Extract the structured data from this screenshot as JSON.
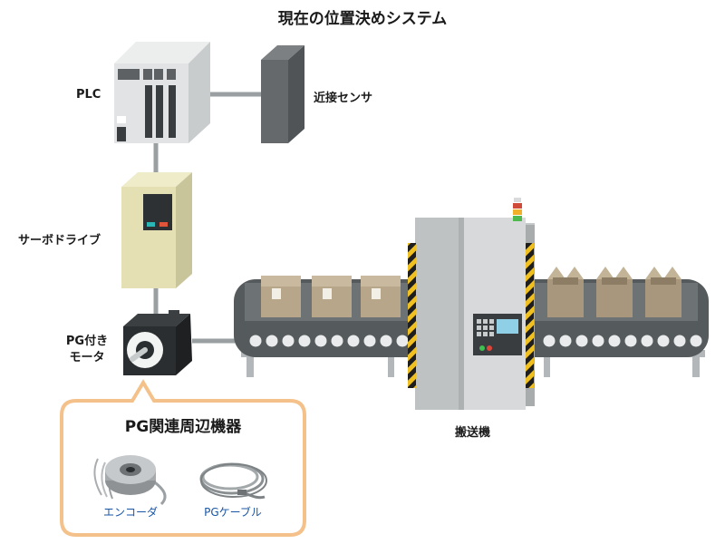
{
  "title": "現在の位置決めシステム",
  "labels": {
    "plc": "PLC",
    "proximity_sensor": "近接センサ",
    "servo_drive": "サーボドライブ",
    "pg_motor_line1": "PG付き",
    "pg_motor_line2": "モータ",
    "conveyor": "搬送機"
  },
  "callout": {
    "title": "PG関連周辺機器",
    "items": [
      {
        "label": "エンコーダ"
      },
      {
        "label": "PGケーブル"
      }
    ]
  },
  "colors": {
    "callout_border": "#f5c18a",
    "link_text": "#1a56a6",
    "drive_body": "#e4e0b4",
    "belt": "#555a5c",
    "box": "#b7a68a",
    "hazard": "#f0c020"
  }
}
